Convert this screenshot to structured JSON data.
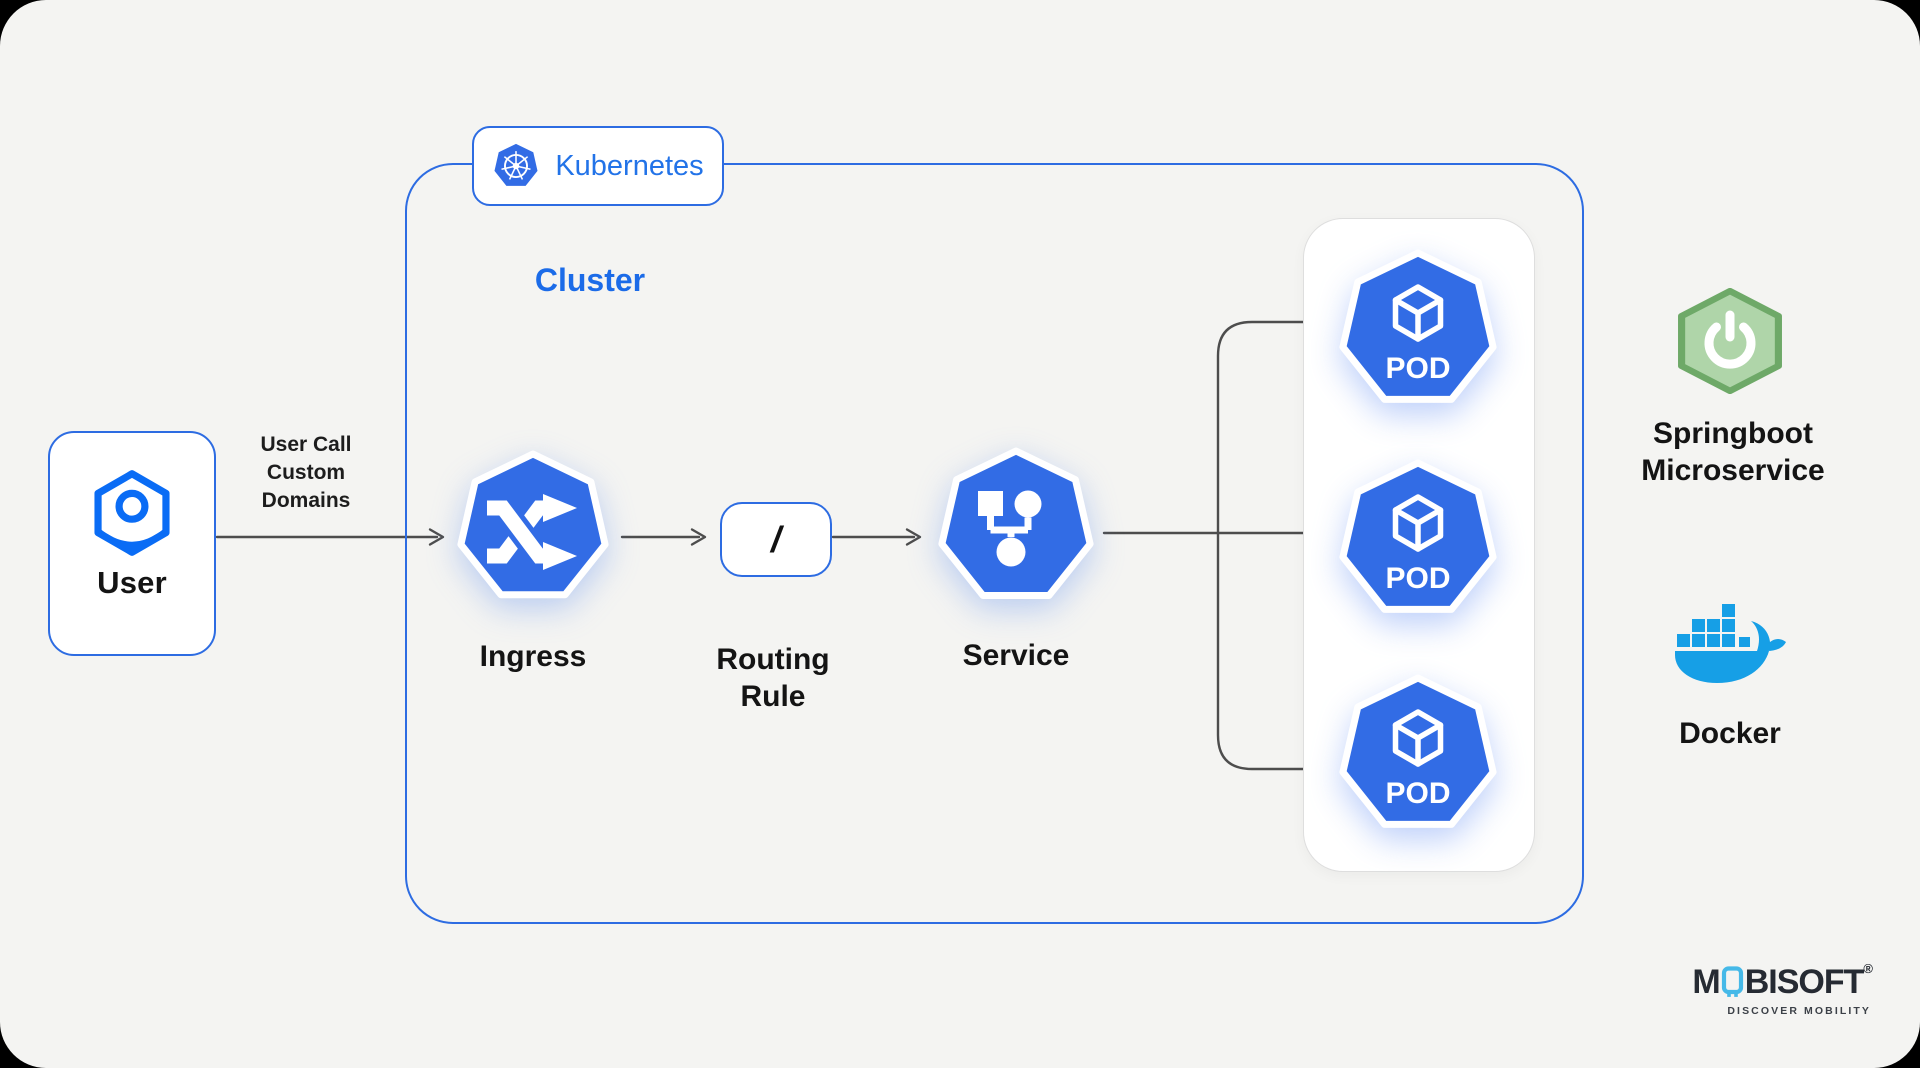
{
  "diagram": {
    "user": {
      "label": "User"
    },
    "user_arrow": {
      "lines": [
        "User Call",
        "Custom",
        "Domains"
      ]
    },
    "kubernetes": {
      "badge_label": "Kubernetes",
      "cluster_label": "Cluster"
    },
    "ingress": {
      "label": "Ingress"
    },
    "routing_rule": {
      "symbol": "/",
      "line1": "Routing",
      "line2": "Rule"
    },
    "service": {
      "label": "Service"
    },
    "pods": [
      {
        "label": "POD"
      },
      {
        "label": "POD"
      },
      {
        "label": "POD"
      }
    ],
    "springboot": {
      "line1": "Springboot",
      "line2": "Microservice"
    },
    "docker": {
      "label": "Docker"
    },
    "branding": {
      "logo_prefix": "M",
      "logo_suffix": "BISOFT",
      "registered_mark": "®",
      "tagline": "DISCOVER MOBILITY"
    }
  },
  "colors": {
    "canvas_bg": "#F4F4F2",
    "kubernetes_blue": "#326CE5",
    "outline_blue": "#2D6CE2",
    "accent_text_blue": "#1B6BE8",
    "user_icon_blue": "#0A6CF5",
    "arrow_gray": "#4D4D4D",
    "springboot_green_fill": "#AFD5A9",
    "springboot_green_border": "#6EA968",
    "docker_blue": "#169FE6",
    "logo_navy": "#262B33",
    "logo_phone_blue": "#45B9E8"
  }
}
